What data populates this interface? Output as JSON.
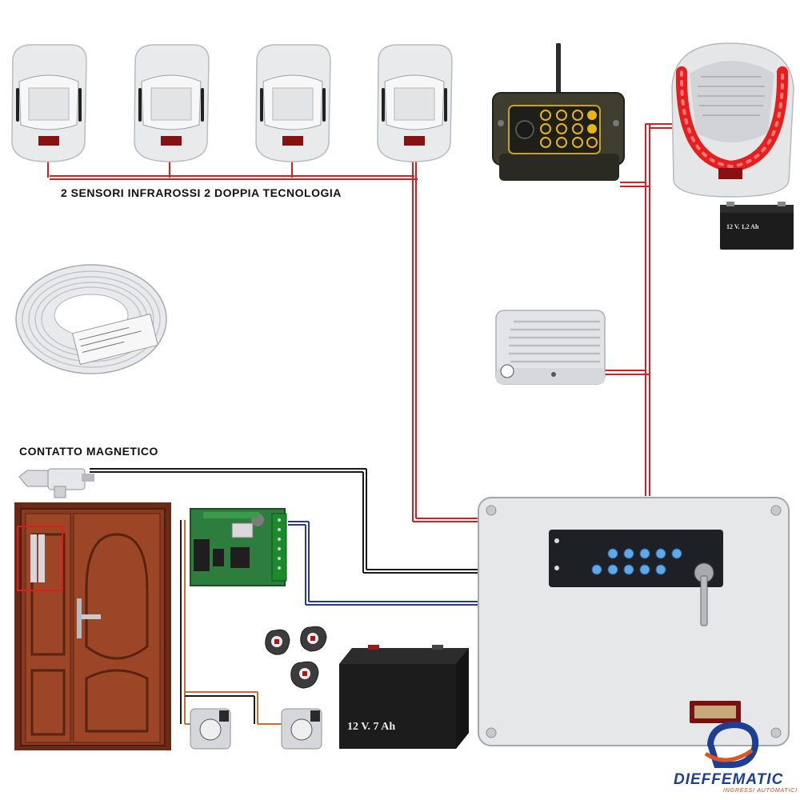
{
  "labels": {
    "sensors": "2 SENSORI INFRAROSSI 2 DOPPIA TECNOLOGIA",
    "magnetic_contact": "CONTATTO MAGNETICO"
  },
  "battery_large": {
    "rating": "12 V. 7 Ah"
  },
  "battery_small": {
    "rating": "12 V. 1,2 Ah"
  },
  "brand": {
    "name": "DIEFFEMATIC",
    "tagline": "INGRESSI AUTOMATICI"
  },
  "colors": {
    "red_wire": "#d81e1e",
    "black_wire": "#1a1a1a",
    "blue_wire": "#2436a8",
    "orange_wire": "#c8702a",
    "siren_led": "#e61e1e",
    "keypad_key": "#e8b417"
  }
}
